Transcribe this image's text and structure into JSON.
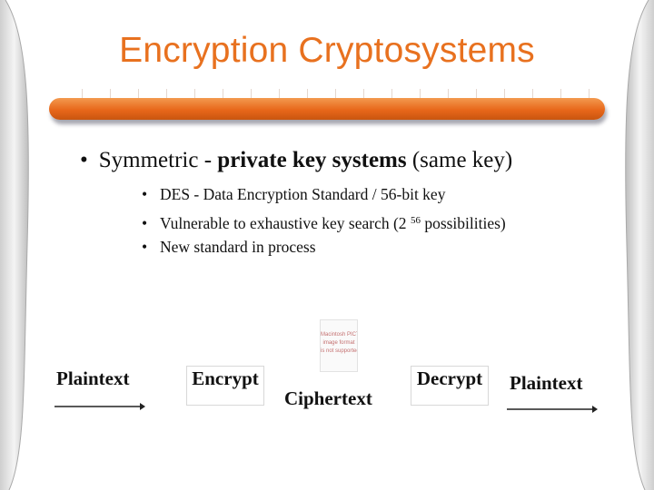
{
  "slide": {
    "title": "Encryption Cryptosystems",
    "main_bullet": {
      "prefix": "Symmetric - ",
      "bold": "private key systems",
      "suffix": " (same key)"
    },
    "sub_bullets": {
      "item1": "DES - Data Encryption Standard / 56-bit key",
      "item2_before": "Vulnerable to exhaustive key search (2 ",
      "item2_sup": "56",
      "item2_after": " possibilities)",
      "item3": "New standard in process"
    },
    "image_placeholder": {
      "lines": [
        "Macintosh PICT",
        "image format",
        "is not supported"
      ]
    },
    "diagram": {
      "plaintext_in": "Plaintext",
      "encrypt": "Encrypt",
      "ciphertext": "Ciphertext",
      "decrypt": "Decrypt",
      "plaintext_out": "Plaintext"
    }
  },
  "colors": {
    "title": "#e8711f",
    "bar": "#e8671a",
    "text": "#111111"
  }
}
